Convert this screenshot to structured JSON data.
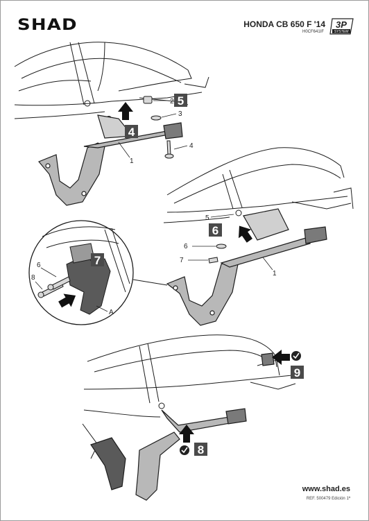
{
  "header": {
    "brand": "SHAD",
    "model": "HONDA CB 650 F '14",
    "code": "H0CF641IF",
    "badge_top": "3P",
    "badge_bottom": "SYSTEM"
  },
  "steps": [
    "4",
    "5",
    "6",
    "7",
    "8",
    "9"
  ],
  "callouts": {
    "fig1": [
      "1",
      "2",
      "3",
      "4"
    ],
    "fig2": [
      "1",
      "5",
      "6",
      "7"
    ],
    "detail": [
      "6",
      "8",
      "A"
    ]
  },
  "footer": {
    "website": "www.shad.es",
    "reference": "REF. 500479 Edición 1ª"
  },
  "colors": {
    "step_box": "#4a4a4a",
    "line_art": "#1c1c1c",
    "bracket_fill": "#b8b8b8"
  }
}
